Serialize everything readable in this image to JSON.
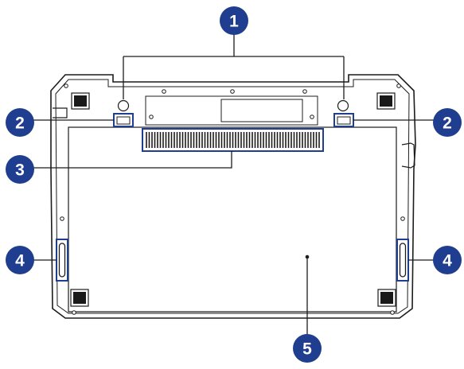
{
  "colors": {
    "outline": "#1c1c1c",
    "callout": "#1f3e8f",
    "callout_text": "#ffffff",
    "highlight": "#1f3e8f",
    "foot": "#1a1a1a",
    "panel": "#ffffff"
  },
  "callouts": [
    {
      "id": "1",
      "label": "1"
    },
    {
      "id": "2-left",
      "label": "2"
    },
    {
      "id": "2-right",
      "label": "2"
    },
    {
      "id": "3",
      "label": "3"
    },
    {
      "id": "4-left",
      "label": "4"
    },
    {
      "id": "4-right",
      "label": "4"
    },
    {
      "id": "5",
      "label": "5"
    }
  ]
}
